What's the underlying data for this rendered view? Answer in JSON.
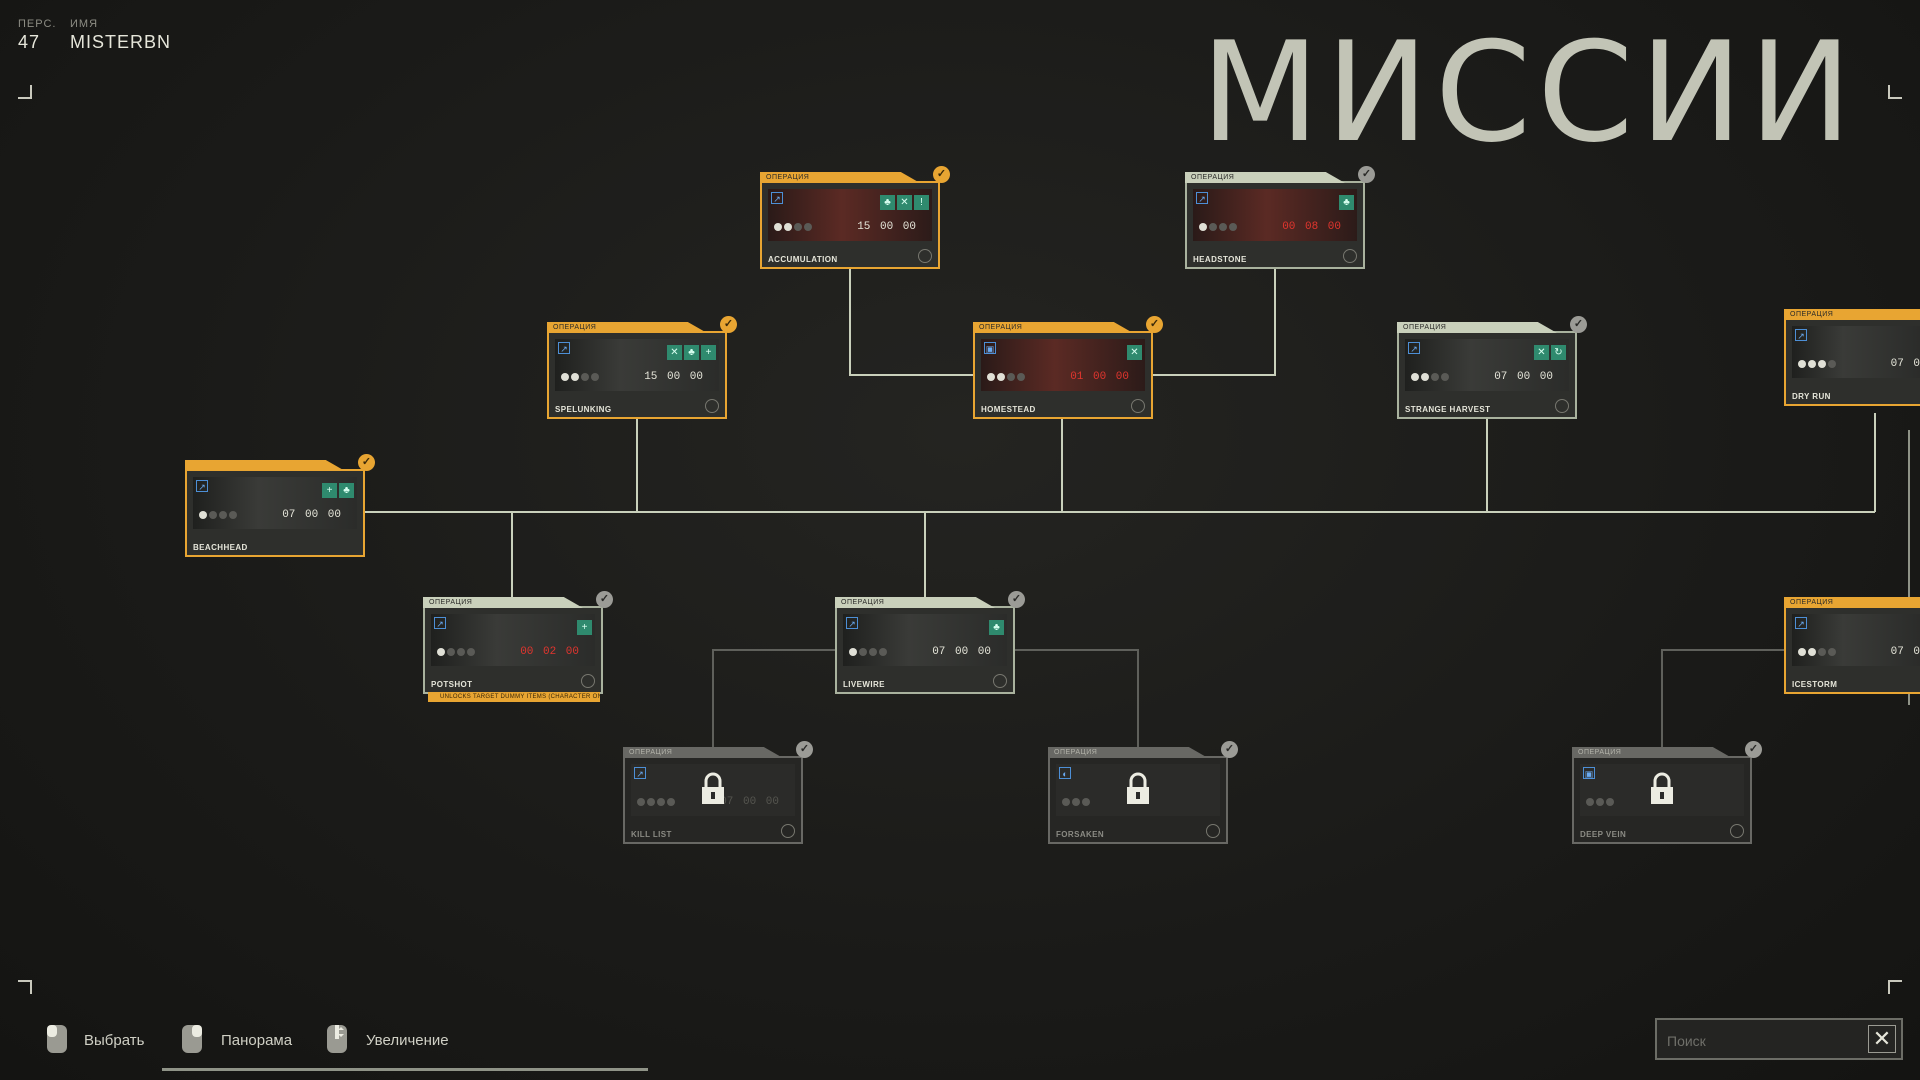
{
  "profile": {
    "level_label": "ПЕРС.",
    "level": "47",
    "name_label": "ИМЯ",
    "name": "MISTERBN"
  },
  "title": "МИССИИ",
  "card_tab": "ОПЕРАЦИЯ",
  "missions": {
    "accumulation": {
      "name": "ACCUMULATION",
      "timer": "15 00 00"
    },
    "headstone": {
      "name": "HEADSTONE",
      "timer": "00 08 00"
    },
    "spelunking": {
      "name": "SPELUNKING",
      "timer": "15 00 00"
    },
    "homestead": {
      "name": "HOMESTEAD",
      "timer": "01 00 00"
    },
    "strange_harvest": {
      "name": "STRANGE HARVEST",
      "timer": "07 00 00"
    },
    "dry_run": {
      "name": "DRY RUN",
      "timer": "07 0"
    },
    "beachhead": {
      "name": "BEACHHEAD",
      "timer": "07 00 00"
    },
    "potshot": {
      "name": "POTSHOT",
      "timer": "00 02 00"
    },
    "livewire": {
      "name": "LIVEWIRE",
      "timer": "07 00 00"
    },
    "icestorm": {
      "name": "ICESTORM",
      "timer": "07 0"
    },
    "kill_list": {
      "name": "KILL LIST",
      "timer": "07 00 00"
    },
    "forsaken": {
      "name": "FORSAKEN",
      "timer": ""
    },
    "deep_vein": {
      "name": "DEEP VEIN",
      "timer": ""
    }
  },
  "potshot_unlock": "UNLOCKS TARGET DUMMY ITEMS (CHARACTER ONLY)",
  "controls": {
    "select": "Выбрать",
    "pan": "Панорама",
    "zoom": "Увеличение"
  },
  "search": {
    "placeholder": "Поиск"
  },
  "colors": {
    "completed": "#e8a532",
    "modifier": "#2f8a6e",
    "connector": "#c9d0bb",
    "locked": "#686864",
    "danger": "#e1352e"
  }
}
